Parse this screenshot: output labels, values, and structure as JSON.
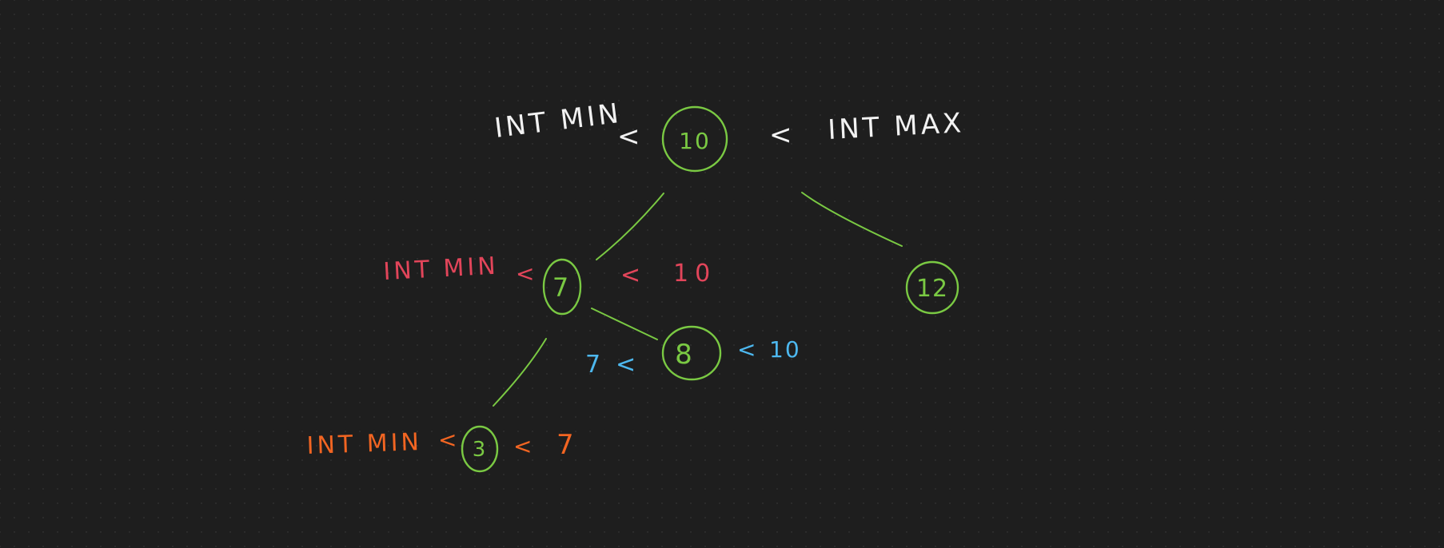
{
  "colors": {
    "background": "#1e1e1e",
    "node": "#7ac943",
    "root_bounds": "#f2f2f2",
    "left_bounds": "#e2455a",
    "right_child_bounds": "#4db8ef",
    "leftmost_bounds": "#f26522"
  },
  "nodes": {
    "root": "10",
    "left": "7",
    "right": "12",
    "left_right": "8",
    "left_left": "3"
  },
  "root_bounds": {
    "lower": "INT MIN",
    "lower_op": "<",
    "upper_op": "<",
    "upper": "INT MAX"
  },
  "left_bounds": {
    "lower": "INT MIN",
    "lower_op": "<",
    "upper_op": "<",
    "upper": "10"
  },
  "right_child_bounds": {
    "lower": "7",
    "lower_op": "<",
    "upper_op": "<",
    "upper": "10"
  },
  "leftmost_bounds": {
    "lower": "INT MIN",
    "lower_op": "<",
    "upper_op": "<",
    "upper": "7"
  }
}
